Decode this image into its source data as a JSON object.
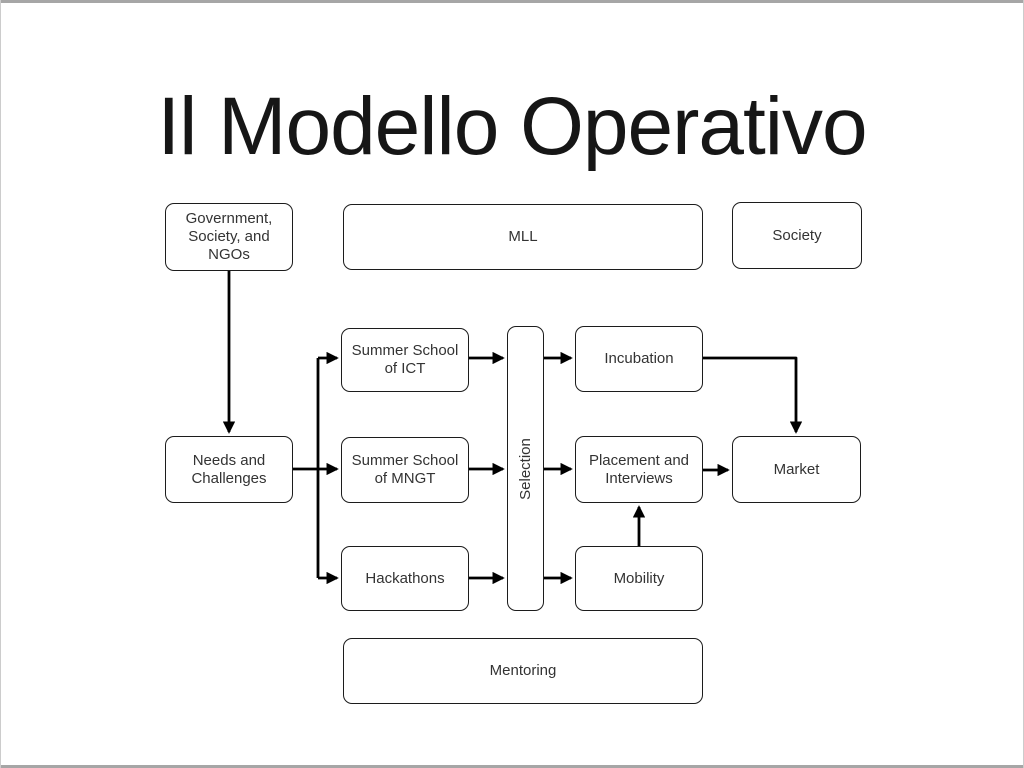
{
  "slide": {
    "title": "Il Modello Operativo"
  },
  "diagram": {
    "type": "flowchart",
    "nodes": {
      "government": {
        "label": "Government, Society, and NGOs"
      },
      "mll": {
        "label": "MLL"
      },
      "society": {
        "label": "Society"
      },
      "summer_ict": {
        "label": "Summer School of ICT"
      },
      "selection": {
        "label": "Selection"
      },
      "incubation": {
        "label": "Incubation"
      },
      "needs": {
        "label": "Needs and Challenges"
      },
      "summer_mngt": {
        "label": "Summer School of MNGT"
      },
      "placement": {
        "label": "Placement and Interviews"
      },
      "market": {
        "label": "Market"
      },
      "hackathons": {
        "label": "Hackathons"
      },
      "mobility": {
        "label": "Mobility"
      },
      "mentoring": {
        "label": "Mentoring"
      }
    },
    "edges": [
      {
        "from": "government",
        "to": "needs"
      },
      {
        "from": "needs",
        "to": "summer_ict"
      },
      {
        "from": "needs",
        "to": "summer_mngt"
      },
      {
        "from": "needs",
        "to": "hackathons"
      },
      {
        "from": "summer_ict",
        "to": "selection"
      },
      {
        "from": "summer_mngt",
        "to": "selection"
      },
      {
        "from": "hackathons",
        "to": "selection"
      },
      {
        "from": "selection",
        "to": "incubation"
      },
      {
        "from": "selection",
        "to": "placement"
      },
      {
        "from": "selection",
        "to": "mobility"
      },
      {
        "from": "incubation",
        "to": "market"
      },
      {
        "from": "placement",
        "to": "market"
      },
      {
        "from": "mobility",
        "to": "placement"
      }
    ],
    "colors": {
      "background": "#ffffff",
      "box_fill": "#ffffff",
      "box_border": "#1c1c1c",
      "text": "#333333",
      "arrow": "#000000",
      "frame_bar": "#a6a6a6"
    }
  }
}
